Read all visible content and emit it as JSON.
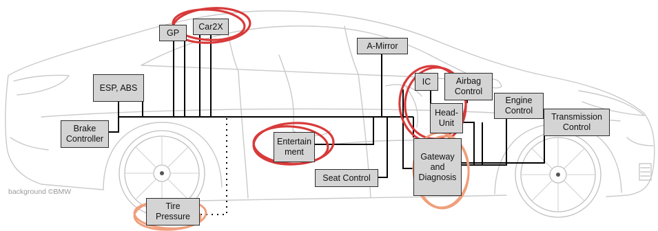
{
  "diagram": {
    "credit": "background ©BMW",
    "ecus": [
      {
        "id": "gps",
        "label": "GP"
      },
      {
        "id": "car2x",
        "label": "Car2X"
      },
      {
        "id": "a-mirror",
        "label": "A-Mirror"
      },
      {
        "id": "esp-abs",
        "label": "ESP, ABS"
      },
      {
        "id": "ic",
        "label": "IC"
      },
      {
        "id": "airbag",
        "label": "Airbag\nControl"
      },
      {
        "id": "engine",
        "label": "Engine\nControl"
      },
      {
        "id": "head-unit",
        "label": "Head-\nUnit"
      },
      {
        "id": "transmission",
        "label": "Transmission\nControl"
      },
      {
        "id": "brake",
        "label": "Brake\nController"
      },
      {
        "id": "entertainment",
        "label": "Entertain\nment"
      },
      {
        "id": "gateway",
        "label": "Gateway\nand\nDiagnosis"
      },
      {
        "id": "seat",
        "label": "Seat Control"
      },
      {
        "id": "tire",
        "label": "Tire\nPressure"
      }
    ],
    "highlight_colors": {
      "red": "#d83a3a",
      "orange": "#ef9f7c"
    }
  }
}
